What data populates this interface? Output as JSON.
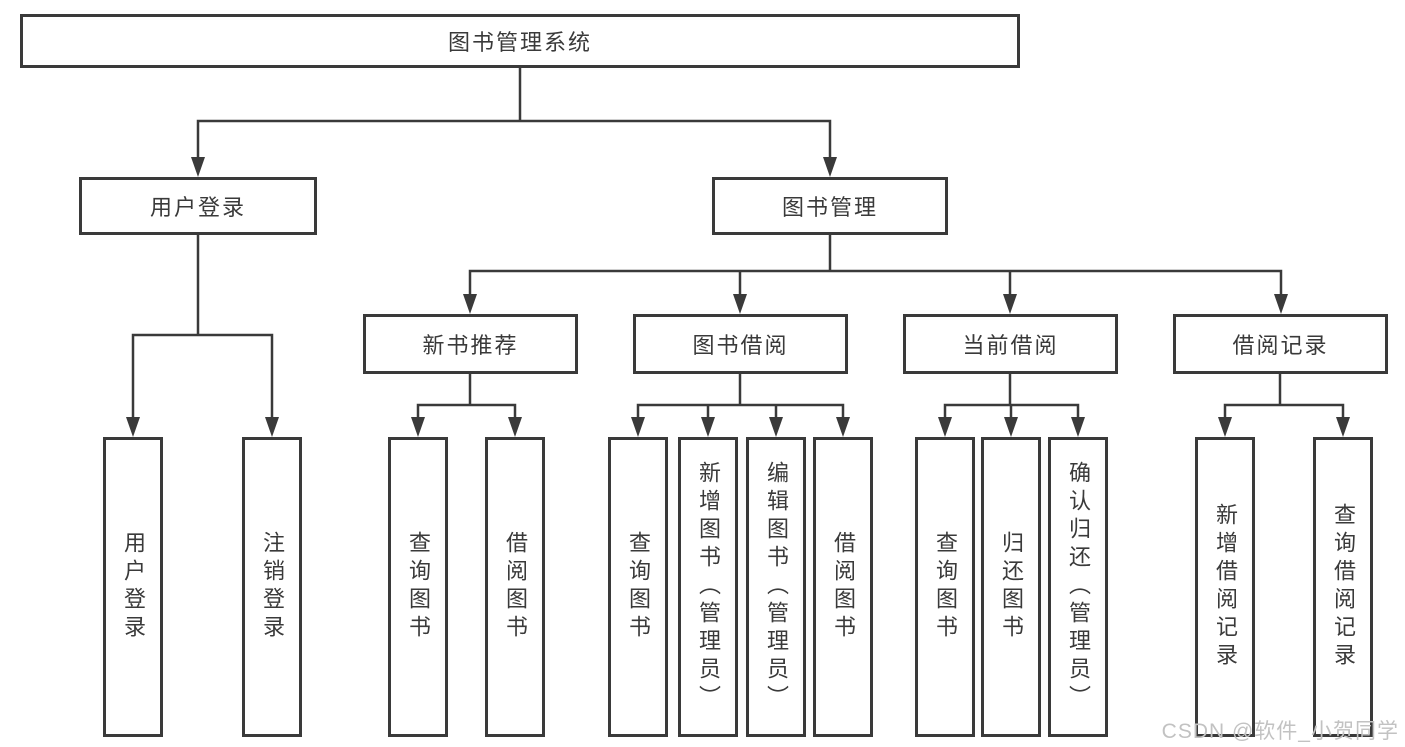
{
  "nodes": {
    "root": "图书管理系统",
    "level2": {
      "user_login": "用户登录",
      "book_management": "图书管理"
    },
    "level3": {
      "new_book_recommend": "新书推荐",
      "book_borrow": "图书借阅",
      "current_borrow": "当前借阅",
      "borrow_record": "借阅记录"
    },
    "leaves": {
      "user_login": [
        "用户登录",
        "注销登录"
      ],
      "new_book_recommend": [
        "查询图书",
        "借阅图书"
      ],
      "book_borrow": [
        "查询图书",
        "新增图书（管理员）",
        "编辑图书（管理员）",
        "借阅图书"
      ],
      "current_borrow": [
        "查询图书",
        "归还图书",
        "确认归还（管理员）"
      ],
      "borrow_record": [
        "新增借阅记录",
        "查询借阅记录"
      ]
    }
  },
  "watermark": "CSDN @软件_小贺同学",
  "colors": {
    "line": "#3a3a3a",
    "box_border": "#3a3a3a",
    "text": "#3a3a3a",
    "background": "#ffffff",
    "watermark": "#c2c2c2"
  }
}
